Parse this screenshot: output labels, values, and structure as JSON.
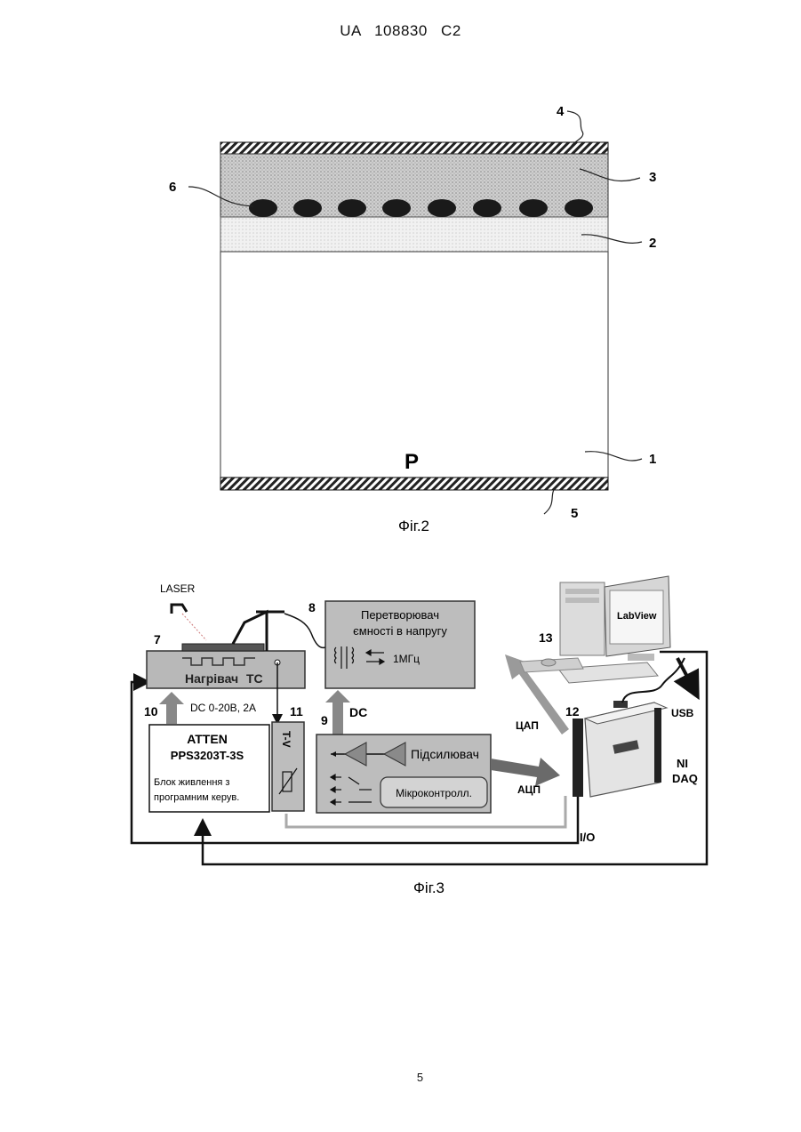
{
  "header": {
    "text": "UA   108830   C2"
  },
  "fig2": {
    "caption": "Фіг.2",
    "substrate_letter": "P",
    "labels": {
      "l1": "1",
      "l2": "2",
      "l3": "3",
      "l4": "4",
      "l5": "5",
      "l6": "6"
    }
  },
  "fig3": {
    "caption": "Фіг.3",
    "laser": "LASER",
    "n7": "7",
    "n8": "8",
    "n9": "9",
    "n10": "10",
    "n11": "11",
    "n12": "12",
    "n13": "13",
    "heater": "Нагрівач",
    "tc": "ТС",
    "dc_range": "DC 0-20В, 2А",
    "dc": "DC",
    "converter_line1": "Перетворювач",
    "converter_line2": "ємності в напругу",
    "freq": "1МГц",
    "psu_line1": "ATTEN",
    "psu_line2": "PPS3203T-3S",
    "psu_line3": "Блок живлення з",
    "psu_line4": "програмним керув.",
    "tv": "T-V",
    "amplifier": "Підсилювач",
    "microcontroller": "Мікроконтролл.",
    "dac": "ЦАП",
    "adc": "АЦП",
    "io": "I/O",
    "usb": "USB",
    "ni": "NI",
    "daq": "DAQ",
    "labview": "LabView"
  },
  "page_number": "5"
}
